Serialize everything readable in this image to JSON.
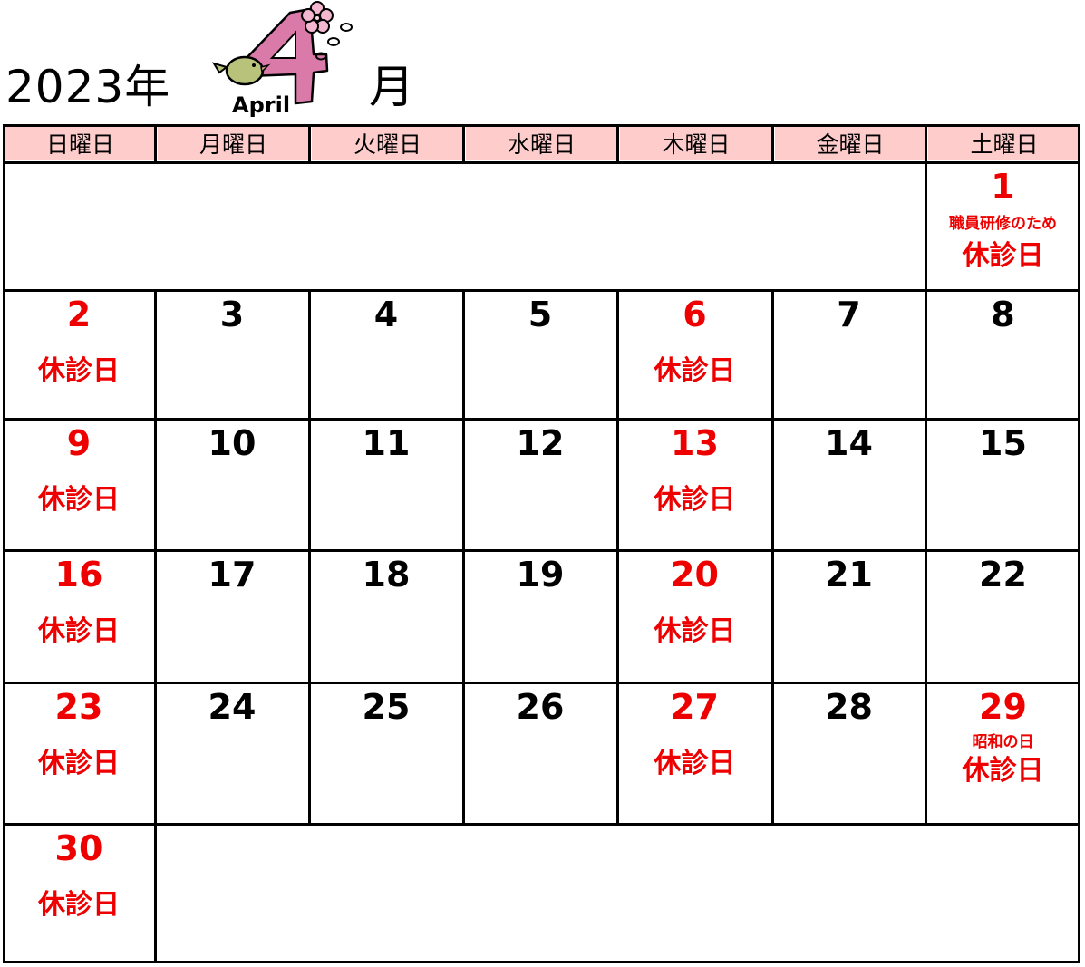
{
  "header": {
    "year": "2023年",
    "month_label": "月",
    "logo_text": "April",
    "logo_numeral": "4"
  },
  "colors": {
    "header_bg": "#ffcccc",
    "holiday_red": "#ee0000",
    "logo_pink": "#d97aa8",
    "logo_bird": "#b8c27a"
  },
  "weekdays": [
    "日曜日",
    "月曜日",
    "火曜日",
    "水曜日",
    "木曜日",
    "金曜日",
    "土曜日"
  ],
  "weeks": [
    [
      {
        "day": "",
        "red": false
      },
      {
        "day": "",
        "red": false
      },
      {
        "day": "",
        "red": false
      },
      {
        "day": "",
        "red": false
      },
      {
        "day": "",
        "red": false
      },
      {
        "day": "",
        "red": false
      },
      {
        "day": "1",
        "red": true,
        "sub": "職員研修のため",
        "note": "休診日"
      }
    ],
    [
      {
        "day": "2",
        "red": true,
        "note": "休診日"
      },
      {
        "day": "3",
        "red": false
      },
      {
        "day": "4",
        "red": false
      },
      {
        "day": "5",
        "red": false
      },
      {
        "day": "6",
        "red": true,
        "note": "休診日"
      },
      {
        "day": "7",
        "red": false
      },
      {
        "day": "8",
        "red": false
      }
    ],
    [
      {
        "day": "9",
        "red": true,
        "note": "休診日"
      },
      {
        "day": "10",
        "red": false
      },
      {
        "day": "11",
        "red": false
      },
      {
        "day": "12",
        "red": false
      },
      {
        "day": "13",
        "red": true,
        "note": "休診日"
      },
      {
        "day": "14",
        "red": false
      },
      {
        "day": "15",
        "red": false
      }
    ],
    [
      {
        "day": "16",
        "red": true,
        "note": "休診日"
      },
      {
        "day": "17",
        "red": false
      },
      {
        "day": "18",
        "red": false
      },
      {
        "day": "19",
        "red": false
      },
      {
        "day": "20",
        "red": true,
        "note": "休診日"
      },
      {
        "day": "21",
        "red": false
      },
      {
        "day": "22",
        "red": false
      }
    ],
    [
      {
        "day": "23",
        "red": true,
        "note": "休診日"
      },
      {
        "day": "24",
        "red": false
      },
      {
        "day": "25",
        "red": false
      },
      {
        "day": "26",
        "red": false
      },
      {
        "day": "27",
        "red": true,
        "note": "休診日"
      },
      {
        "day": "28",
        "red": false
      },
      {
        "day": "29",
        "red": true,
        "sub": "昭和の日",
        "note": "休診日"
      }
    ],
    [
      {
        "day": "30",
        "red": true,
        "note": "休診日"
      },
      {
        "day": "",
        "red": false
      },
      {
        "day": "",
        "red": false
      },
      {
        "day": "",
        "red": false
      },
      {
        "day": "",
        "red": false
      },
      {
        "day": "",
        "red": false
      },
      {
        "day": "",
        "red": false
      }
    ]
  ]
}
